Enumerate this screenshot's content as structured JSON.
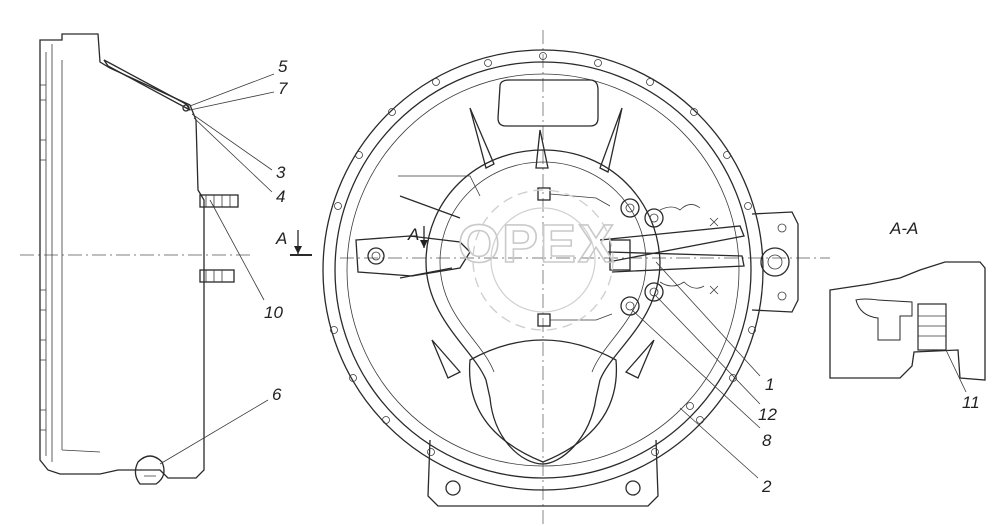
{
  "section_title": "А-А",
  "section_marker": "А",
  "watermark": "OPEX",
  "callouts": {
    "c1": "1",
    "c2": "2",
    "c3": "3",
    "c4": "4",
    "c5": "5",
    "c6": "6",
    "c7": "7",
    "c8": "8",
    "c10": "10",
    "c11": "11",
    "c12": "12"
  }
}
